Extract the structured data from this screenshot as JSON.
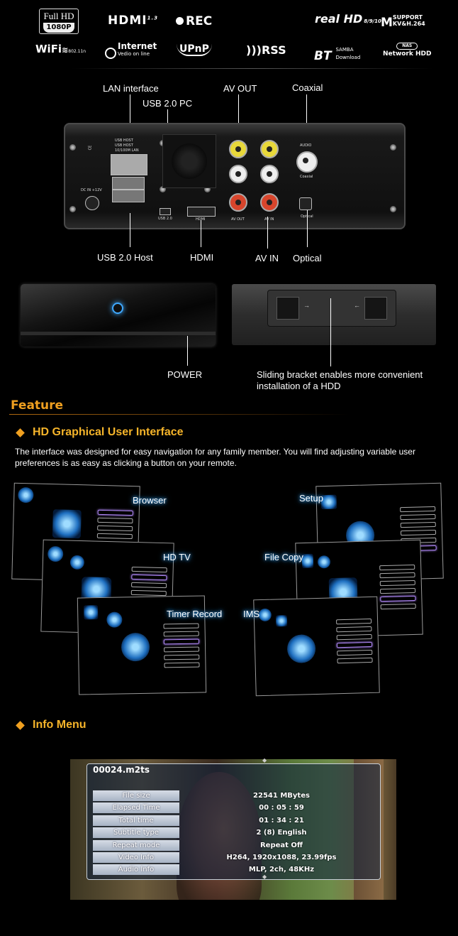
{
  "logos": {
    "full_hd": "Full HD",
    "full_hd_res": "1080P",
    "hdmi": "HDMI",
    "hdmi_ver": "1.3",
    "rec": "REC",
    "real_hd": "real HD",
    "real_hd_ver": "8/9/10",
    "msupport_m": "M",
    "msupport_text": "SUPPORT",
    "msupport_codecs": "KV&H.264",
    "wifi": "WiFi",
    "wifi_std": "802.11n",
    "internet": "Internet",
    "internet_sub": "Vedio on line",
    "upnp": "UPnP",
    "rss": "RSS",
    "bt": "BT",
    "bt_samba": "SAMBA",
    "bt_download": "Download",
    "nas": "NAS",
    "network_hdd": "Network HDD"
  },
  "back_panel": {
    "labels": {
      "lan": "LAN interface",
      "usb_pc": "USB 2.0 PC",
      "av_out": "AV OUT",
      "coaxial": "Coaxial",
      "usb_host": "USB 2.0 Host",
      "hdmi": "HDMI",
      "av_in": "AV IN",
      "optical": "Optical"
    },
    "silkscreen": {
      "usb_host_1": "USB HOST",
      "usb_host_2": "USB HOST",
      "lan": "10/100M LAN",
      "dc_in": "DC IN +12V",
      "usb20": "USB 2.0",
      "hdmi": "HDMI",
      "av_out": "AV OUT",
      "av_in": "AV IN",
      "audio": "AUDIO",
      "coaxial": "Coaxial",
      "optical": "Optical"
    }
  },
  "device": {
    "power_label": "POWER",
    "bracket_caption_1": "Sliding bracket enables more convenient",
    "bracket_caption_2": "installation of a HDD"
  },
  "feature": {
    "title": "Feature",
    "gui_heading": "HD Graphical User Interface",
    "gui_text": "The interface was designed for easy navigation for any family member. You will find adjusting variable user preferences is as easy as clicking a button on your remote.",
    "screens": {
      "browser": "Browser",
      "hdtv": "HD TV",
      "timer_record": "Timer Record",
      "setup": "Setup",
      "file_copy": "File Copy",
      "ims": "IMS"
    },
    "info_heading": "Info Menu"
  },
  "info_menu": {
    "filename": "00024.m2ts",
    "rows": [
      {
        "key": "File size",
        "value": "22541 MBytes"
      },
      {
        "key": "Elapsed Time",
        "value": "00 : 05 : 59"
      },
      {
        "key": "Total time",
        "value": "01 : 34 : 21"
      },
      {
        "key": "Subtitle type",
        "value": "2 (8) English"
      },
      {
        "key": "Repeat mode",
        "value": "Repeat Off"
      },
      {
        "key": "Video Info",
        "value": "H264, 1920x1088, 23.99fps"
      },
      {
        "key": "Audio Info",
        "value": "MLP, 2ch, 48KHz"
      }
    ]
  }
}
